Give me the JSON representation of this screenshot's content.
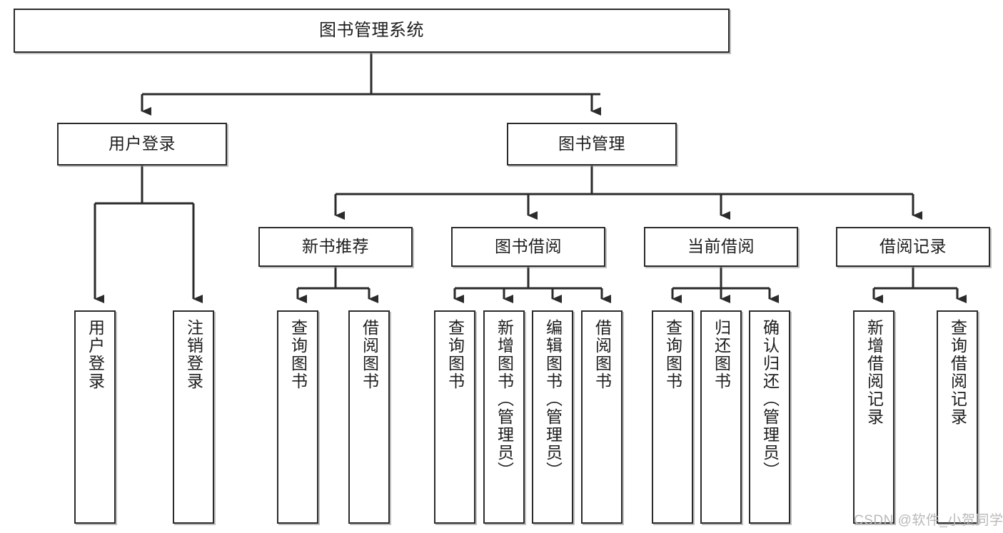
{
  "diagram": {
    "title": "图书管理系统",
    "type": "tree",
    "watermark": "CSDN @软件_小贺同学",
    "colors": {
      "box_border": "#2b2b2b",
      "box_fill": "#ffffff",
      "edge": "#2b2b2b",
      "shadow": "#8c8c8c",
      "watermark": "#b9b9b9",
      "background": "#ffffff"
    },
    "nodes": {
      "root": {
        "label": "图书管理系统",
        "level": 1
      },
      "l2": [
        {
          "id": "user-login",
          "label": "用户登录",
          "level": 2
        },
        {
          "id": "book-manage",
          "label": "图书管理",
          "level": 2
        }
      ],
      "l3": [
        {
          "id": "new-book-recommend",
          "label": "新书推荐",
          "level": 3,
          "parent": "book-manage"
        },
        {
          "id": "book-borrow",
          "label": "图书借阅",
          "level": 3,
          "parent": "book-manage"
        },
        {
          "id": "current-borrow",
          "label": "当前借阅",
          "level": 3,
          "parent": "book-manage"
        },
        {
          "id": "borrow-record",
          "label": "借阅记录",
          "level": 3,
          "parent": "book-manage"
        }
      ],
      "leaves": [
        {
          "id": "leaf-user-login",
          "label": "用户登录",
          "parent": "user-login"
        },
        {
          "id": "leaf-logout-login",
          "label": "注销登录",
          "parent": "user-login"
        },
        {
          "id": "leaf-query-book-1",
          "label": "查询图书",
          "parent": "new-book-recommend"
        },
        {
          "id": "leaf-borrow-book-1",
          "label": "借阅图书",
          "parent": "new-book-recommend"
        },
        {
          "id": "leaf-query-book-2",
          "label": "查询图书",
          "parent": "book-borrow"
        },
        {
          "id": "leaf-add-book",
          "label": "新增图书（管理员）",
          "parent": "book-borrow"
        },
        {
          "id": "leaf-edit-book",
          "label": "编辑图书（管理员）",
          "parent": "book-borrow"
        },
        {
          "id": "leaf-borrow-book-2",
          "label": "借阅图书",
          "parent": "book-borrow"
        },
        {
          "id": "leaf-query-book-3",
          "label": "查询图书",
          "parent": "current-borrow"
        },
        {
          "id": "leaf-return-book",
          "label": "归还图书",
          "parent": "current-borrow"
        },
        {
          "id": "leaf-confirm-return",
          "label": "确认归还（管理员）",
          "parent": "current-borrow"
        },
        {
          "id": "leaf-add-record",
          "label": "新增借阅记录",
          "parent": "borrow-record"
        },
        {
          "id": "leaf-query-record",
          "label": "查询借阅记录",
          "parent": "borrow-record"
        }
      ]
    }
  }
}
